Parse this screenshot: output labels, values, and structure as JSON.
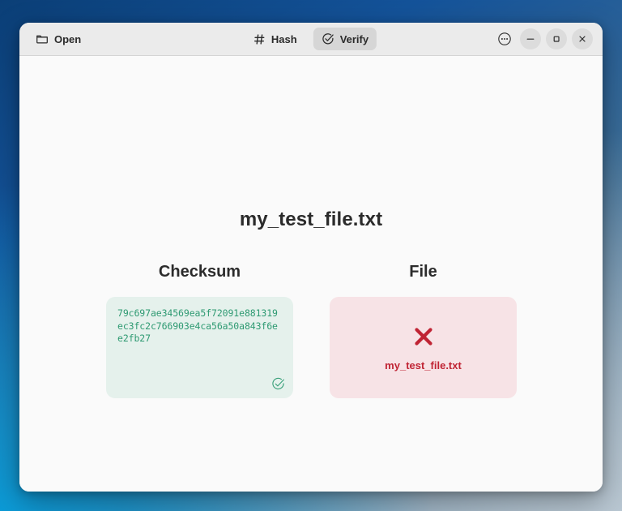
{
  "window": {
    "toolbar": {
      "open_label": "Open",
      "open_icon": "folder-icon",
      "hash_label": "Hash",
      "hash_icon": "hash-icon",
      "verify_label": "Verify",
      "verify_icon": "check-circle-icon",
      "verify_active": true
    },
    "controls": {
      "menu_icon": "hamburger-menu-icon",
      "minimize_icon": "minimize-icon",
      "maximize_icon": "maximize-icon",
      "close_icon": "close-icon"
    }
  },
  "main": {
    "title": "my_test_file.txt",
    "checksum": {
      "heading": "Checksum",
      "value": "79c697ae34569ea5f72091e881319ec3fc2c766903e4ca56a50a843f6ee2fb27",
      "status_icon": "check-circle-icon",
      "status_color": "#3aa07a",
      "background_color": "#e5f1ec",
      "text_color": "#2e9a72"
    },
    "file": {
      "heading": "File",
      "name": "my_test_file.txt",
      "status_icon": "x-mark-icon",
      "status_color": "#c02434",
      "background_color": "#f7e3e6"
    }
  }
}
